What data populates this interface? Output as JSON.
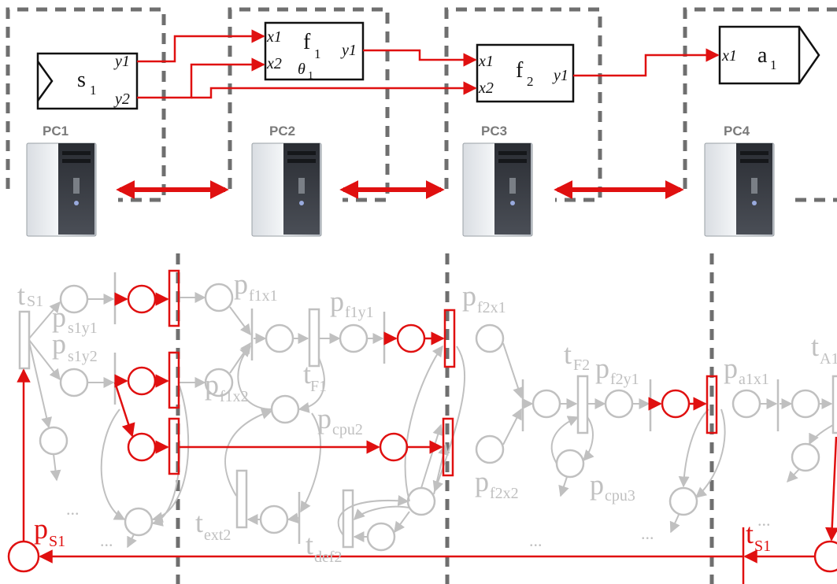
{
  "colors": {
    "highlight": "#e01010",
    "inactive": "#c0c0c0",
    "dashed": "#6f6f6f",
    "pc_label": "#7a7a7a",
    "block": "#111111"
  },
  "blocks": {
    "s1": {
      "name": "s",
      "sub": "1",
      "outputs": [
        "y1",
        "y2"
      ]
    },
    "f1": {
      "name": "f",
      "sub": "1",
      "param": "θ",
      "param_sub": "1",
      "inputs": [
        "x1",
        "x2"
      ],
      "outputs": [
        "y1"
      ]
    },
    "f2": {
      "name": "f",
      "sub": "2",
      "inputs": [
        "x1",
        "x2"
      ],
      "outputs": [
        "y1"
      ]
    },
    "a1": {
      "name": "a",
      "sub": "1",
      "inputs": [
        "x1"
      ]
    }
  },
  "pcs": [
    "PC1",
    "PC2",
    "PC3",
    "PC4"
  ],
  "petri": {
    "places": [
      {
        "main": "p",
        "sub": "s1y1"
      },
      {
        "main": "p",
        "sub": "s1y2"
      },
      {
        "main": "p",
        "sub": "f1x1"
      },
      {
        "main": "p",
        "sub": "f1x2"
      },
      {
        "main": "p",
        "sub": "f1y1"
      },
      {
        "main": "p",
        "sub": "cpu2"
      },
      {
        "main": "p",
        "sub": "f2x1"
      },
      {
        "main": "p",
        "sub": "f2x2"
      },
      {
        "main": "p",
        "sub": "f2y1"
      },
      {
        "main": "p",
        "sub": "cpu3"
      },
      {
        "main": "p",
        "sub": "a1x1"
      },
      {
        "main": "p",
        "sub": "S1",
        "highlight": true
      }
    ],
    "transitions": [
      {
        "main": "t",
        "sub": "S1"
      },
      {
        "main": "t",
        "sub": "F1"
      },
      {
        "main": "t",
        "sub": "ext2"
      },
      {
        "main": "t",
        "sub": "def2"
      },
      {
        "main": "t",
        "sub": "F2"
      },
      {
        "main": "t",
        "sub": "A1"
      },
      {
        "main": "t",
        "sub": "S1",
        "highlight": true
      }
    ],
    "ellipsis": "..."
  }
}
